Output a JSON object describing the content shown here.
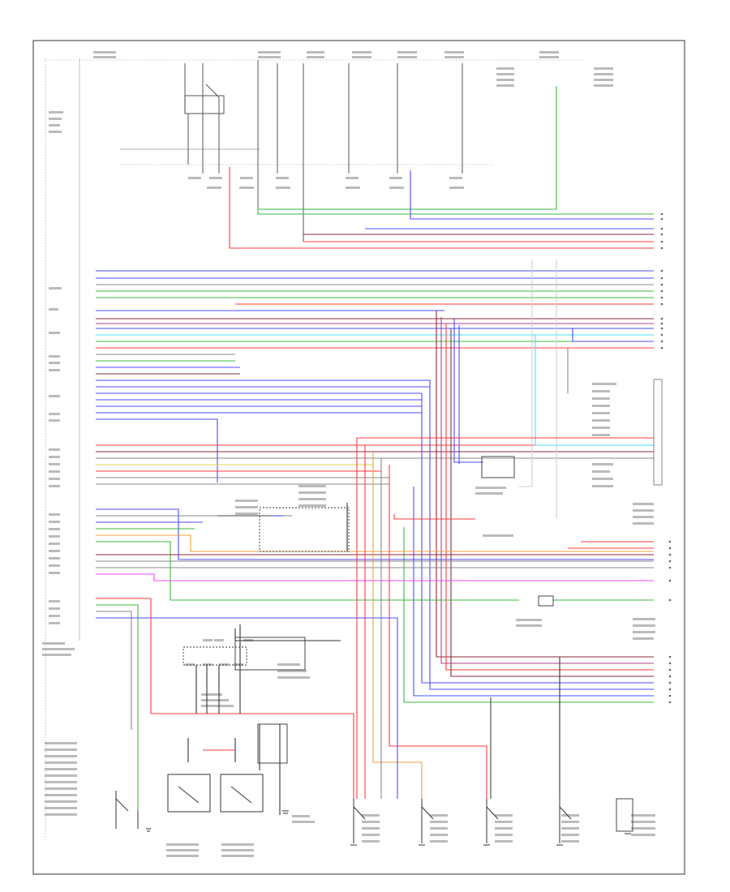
{
  "diagram": {
    "footer_code": "",
    "colors": {
      "frame": "#333333",
      "red": "#ff3b3b",
      "blue": "#4b4bff",
      "green": "#3cb83c",
      "yellow": "#e6d84a",
      "orange": "#f0a040",
      "cyan": "#44e0ff",
      "magenta": "#ff44ff",
      "violet": "#b04090",
      "maroon": "#8a2a3a",
      "gray": "#888888",
      "black": "#333333",
      "lightgray": "#cfcfcf"
    },
    "switches": [
      {
        "id": "sw-left",
        "icon": "switch-symbol-icon"
      },
      {
        "id": "sw-seat-1",
        "icon": "switch-symbol-icon"
      },
      {
        "id": "sw-seat-2",
        "icon": "switch-symbol-icon"
      },
      {
        "id": "sw-door-1",
        "icon": "switch-symbol-icon"
      },
      {
        "id": "sw-door-2",
        "icon": "switch-symbol-icon"
      },
      {
        "id": "sw-door-3",
        "icon": "switch-symbol-icon"
      },
      {
        "id": "sw-door-4",
        "icon": "switch-symbol-icon"
      }
    ]
  }
}
